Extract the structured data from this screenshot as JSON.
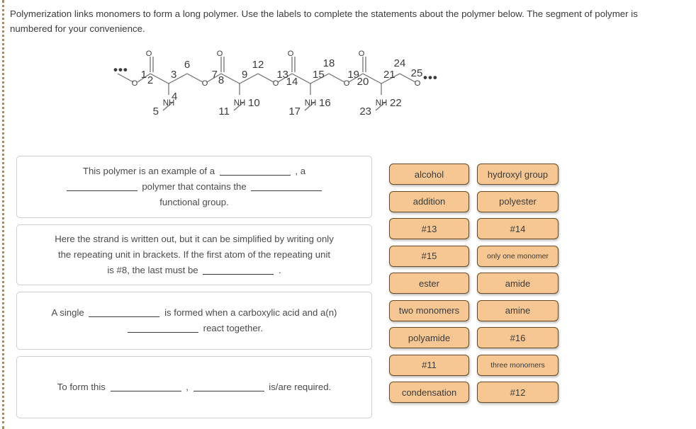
{
  "intro": {
    "text": "Polymerization links monomers to form a long polymer. Use the labels to complete the statements about the polymer below. The segment of polymer is numbered for your convenience."
  },
  "molecule": {
    "left_ellipsis": "•••",
    "right_ellipsis": "•••",
    "oxygen_label": "O",
    "nh_label": "NH",
    "numbers": [
      "1",
      "2",
      "3",
      "4",
      "5",
      "6",
      "7",
      "8",
      "9",
      "10",
      "11",
      "12",
      "13",
      "14",
      "15",
      "16",
      "17",
      "18",
      "19",
      "20",
      "21",
      "22",
      "23",
      "24",
      "25"
    ],
    "description": "Polyamide-ester polymer backbone segment with numbered atoms 1-25"
  },
  "statements": [
    {
      "id": "statement-1",
      "parts": [
        "This polymer is an example of a ",
        " , a ",
        " polymer that contains the ",
        " functional group."
      ],
      "blanks": 3
    },
    {
      "id": "statement-2",
      "parts": [
        "Here the strand is written out, but it can be simplified by writing only the repeating unit in brackets. If the first atom of the repeating unit is #8, the last must be ",
        " ."
      ],
      "blanks": 1
    },
    {
      "id": "statement-3",
      "parts": [
        "A single ",
        " is formed when a carboxylic acid and a(n) ",
        " react together."
      ],
      "blanks": 2
    },
    {
      "id": "statement-4",
      "parts": [
        "To form this ",
        " , ",
        " is/are required."
      ],
      "blanks": 2
    }
  ],
  "statement_text": {
    "s1_a": "This polymer is an example of a",
    "s1_b": ", a",
    "s1_c": "polymer that contains the",
    "s1_d": "functional group.",
    "s2_a": "Here the strand is written out, but it can be simplified by writing only",
    "s2_b": "the repeating unit in brackets. If the first atom of the repeating unit",
    "s2_c": "is #8, the last must be",
    "s2_d": ".",
    "s3_a": "A single",
    "s3_b": "is formed when a carboxylic acid and a(n)",
    "s3_c": "react together.",
    "s4_a": "To form this",
    "s4_b": ",",
    "s4_c": "is/are required."
  },
  "labels": {
    "accent_fill": "#f6c793",
    "accent_border": "#6b4a22",
    "rows": [
      {
        "a": "alcohol",
        "b": "hydroxyl group",
        "b_small": false
      },
      {
        "a": "addition",
        "b": "polyester",
        "b_small": false
      },
      {
        "a": "#13",
        "b": "#14",
        "b_small": false
      },
      {
        "a": "#15",
        "b": "only one monomer",
        "b_small": true
      },
      {
        "a": "ester",
        "b": "amide",
        "b_small": false
      },
      {
        "a": "two monomers",
        "b": "amine",
        "b_small": false
      },
      {
        "a": "polyamide",
        "b": "#16",
        "b_small": false
      },
      {
        "a": "#11",
        "b": "three monomers",
        "b_small": true
      },
      {
        "a": "condensation",
        "b": "#12",
        "b_small": false
      }
    ]
  }
}
